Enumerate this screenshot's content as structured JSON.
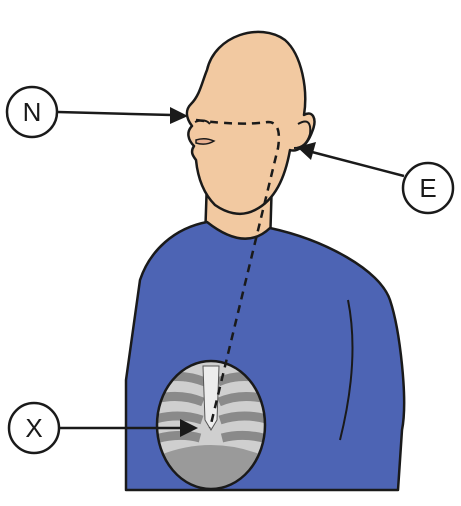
{
  "labels": {
    "nose": "N",
    "ear": "E",
    "xiphoid": "X"
  },
  "colors": {
    "skin": "#f2c9a1",
    "shirt": "#4d64b4",
    "outline": "#1a1a1a",
    "rib_gray": "#a9a9a9",
    "lung_gray": "#9a9a9a",
    "bone_light": "#ededed"
  }
}
